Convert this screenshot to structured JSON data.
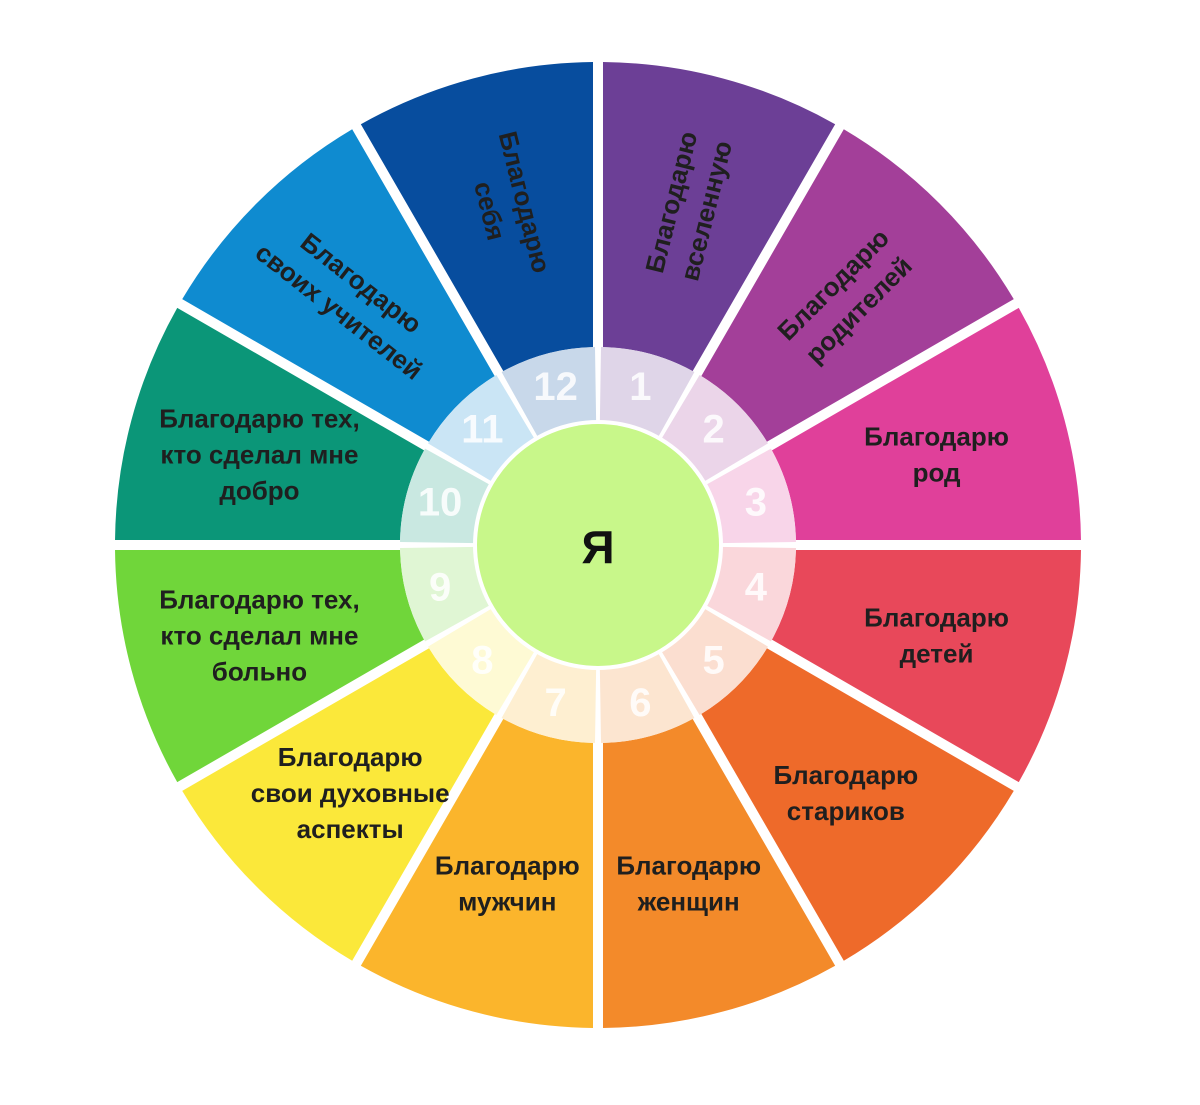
{
  "center": {
    "label": "Я",
    "color": "#c8f78a"
  },
  "sectors": [
    {
      "number": "1",
      "lines": [
        "Благодарю",
        "вселенную"
      ],
      "color": "#6c3f96"
    },
    {
      "number": "2",
      "lines": [
        "Благодарю",
        "родителей"
      ],
      "color": "#a33f99"
    },
    {
      "number": "3",
      "lines": [
        "Благодарю",
        "род"
      ],
      "color": "#e0409a"
    },
    {
      "number": "4",
      "lines": [
        "Благодарю",
        "детей"
      ],
      "color": "#e8485a"
    },
    {
      "number": "5",
      "lines": [
        "Благодарю",
        "стариков"
      ],
      "color": "#ee6a2a"
    },
    {
      "number": "6",
      "lines": [
        "Благодарю",
        "женщин"
      ],
      "color": "#f38a2a"
    },
    {
      "number": "7",
      "lines": [
        "Благодарю",
        "мужчин"
      ],
      "color": "#fbb52c"
    },
    {
      "number": "8",
      "lines": [
        "Благодарю",
        "свои духовные",
        "аспекты"
      ],
      "color": "#fbe83a"
    },
    {
      "number": "9",
      "lines": [
        "Благодарю тех,",
        "кто сделал мне",
        "больно"
      ],
      "color": "#70d63a"
    },
    {
      "number": "10",
      "lines": [
        "Благодарю тех,",
        "кто сделал мне",
        "добро"
      ],
      "color": "#0b9678"
    },
    {
      "number": "11",
      "lines": [
        "Благодарю",
        "своих учителей"
      ],
      "color": "#0f8bd0"
    },
    {
      "number": "12",
      "lines": [
        "Благодарю",
        "себя"
      ],
      "color": "#074d9e"
    }
  ]
}
